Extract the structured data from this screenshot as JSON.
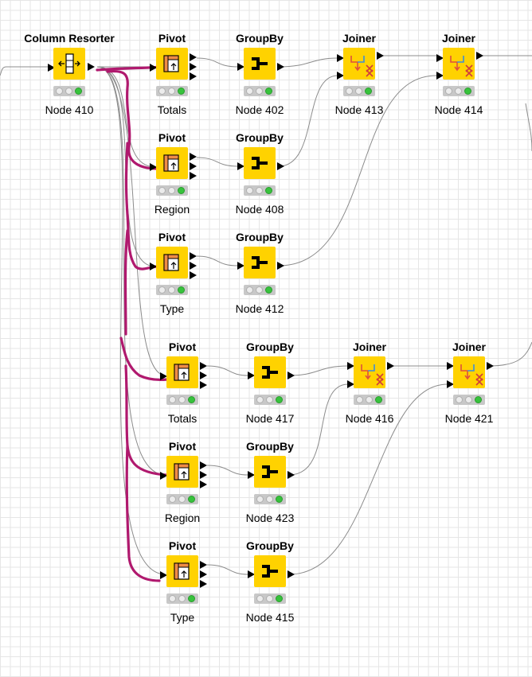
{
  "nodes": [
    {
      "id": "n410",
      "title": "Column Resorter",
      "label": "Node 410",
      "type": "resorter"
    },
    {
      "id": "p1",
      "title": "Pivot",
      "label": "Totals",
      "type": "pivot"
    },
    {
      "id": "g402",
      "title": "GroupBy",
      "label": "Node 402",
      "type": "groupby"
    },
    {
      "id": "j413",
      "title": "Joiner",
      "label": "Node 413",
      "type": "joiner"
    },
    {
      "id": "j414",
      "title": "Joiner",
      "label": "Node 414",
      "type": "joiner"
    },
    {
      "id": "p2",
      "title": "Pivot",
      "label": "Region",
      "type": "pivot"
    },
    {
      "id": "g408",
      "title": "GroupBy",
      "label": "Node 408",
      "type": "groupby"
    },
    {
      "id": "p3",
      "title": "Pivot",
      "label": "Type",
      "type": "pivot"
    },
    {
      "id": "g412",
      "title": "GroupBy",
      "label": "Node 412",
      "type": "groupby"
    },
    {
      "id": "p4",
      "title": "Pivot",
      "label": "Totals",
      "type": "pivot"
    },
    {
      "id": "g417",
      "title": "GroupBy",
      "label": "Node 417",
      "type": "groupby"
    },
    {
      "id": "j416",
      "title": "Joiner",
      "label": "Node 416",
      "type": "joiner"
    },
    {
      "id": "j421",
      "title": "Joiner",
      "label": "Node 421",
      "type": "joiner"
    },
    {
      "id": "p5",
      "title": "Pivot",
      "label": "Region",
      "type": "pivot"
    },
    {
      "id": "g423",
      "title": "GroupBy",
      "label": "Node 423",
      "type": "groupby"
    },
    {
      "id": "p6",
      "title": "Pivot",
      "label": "Type",
      "type": "pivot"
    },
    {
      "id": "g415",
      "title": "GroupBy",
      "label": "Node 415",
      "type": "groupby"
    }
  ],
  "colors": {
    "node_fill": "#ffd200",
    "status_ok": "#37c33c",
    "connection": "#8c8c8c",
    "annotation_stroke": "#b0196e",
    "grid": "#e6e6e6"
  }
}
